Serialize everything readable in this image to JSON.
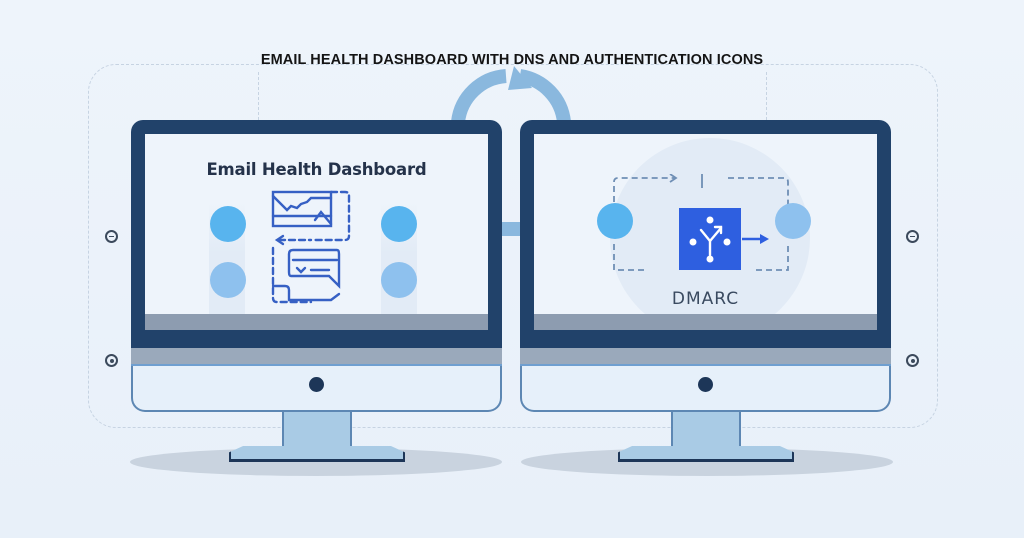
{
  "title": "EMAIL HEALTH DASHBOARD WITH DNS AND AUTHENTICATION ICONS",
  "colors": {
    "background": "#eef4fb",
    "bezel": "#21426a",
    "accent_blue": "#2e5fe0",
    "circle_bright": "#58b4ee",
    "circle_soft": "#8ec1ee",
    "sync_arc": "#8ab8de"
  },
  "left_monitor": {
    "screen_title": "Email Health Dashboard",
    "icons": [
      "chart-window-icon",
      "message-check-icon",
      "dashed-arrow-left-icon"
    ],
    "status_circles": 4
  },
  "right_monitor": {
    "label": "DMARC",
    "icons": [
      "dmarc-routing-icon",
      "arrow-right-icon"
    ],
    "status_circles": 2
  },
  "side_icons": {
    "left": [
      "face-icon",
      "target-icon"
    ],
    "right": [
      "face-icon",
      "target-icon"
    ]
  },
  "center_graphic": "sync-arrows-icon"
}
